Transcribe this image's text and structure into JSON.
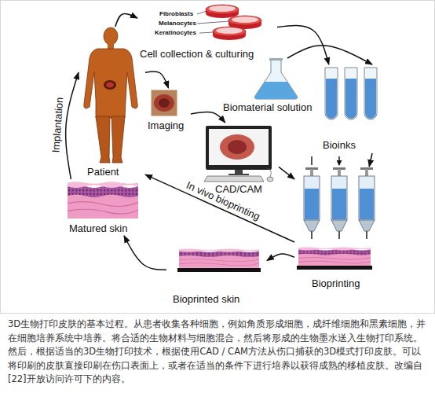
{
  "diagram": {
    "caption": "3D生物打印皮肤的基本过程。从患者收集各种细胞，例如角质形成细胞，成纤维细胞和黑素细胞，并在细胞培养系统中培养。将合适的生物材料与细胞混合，然后将形成的生物墨水送入生物打印系统。然后，根据适当的3D生物打印技术，根据使用CAD / CAM方法从伤口捕获的3D模式打印皮肤。可以将印刷的皮肤直接印刷在伤口表面上，或者在适当的条件下进行培养以获得成熟的移植皮肤。改编自[22]开放访问许可下的内容。",
    "nodes": [
      {
        "text": [
          "Fibroblasts",
          "Melanocytes",
          "Keratinocytes",
          "Cell collection & culturing"
        ]
      },
      {
        "text": [
          "Patient"
        ]
      },
      {
        "text": [
          "Imaging"
        ]
      },
      {
        "text": [
          "Biomaterial solution"
        ]
      },
      {
        "text": [
          "Bioinks"
        ]
      },
      {
        "text": [
          "CAD/CAM"
        ]
      },
      {
        "text": [
          "Matured skin"
        ]
      },
      {
        "text": [
          "Bioprinting"
        ]
      },
      {
        "text": [
          "Bioprinted skin"
        ]
      }
    ],
    "edges": [
      {
        "from": 1,
        "to": 0,
        "arrow": "to"
      },
      {
        "from": 0,
        "to": 4,
        "arrow": "to"
      },
      {
        "from": 3,
        "to": 4,
        "arrow": "to"
      },
      {
        "from": 1,
        "to": 2,
        "arrow": "to"
      },
      {
        "from": 2,
        "to": 5,
        "arrow": "to"
      },
      {
        "from": 5,
        "to": 7,
        "arrow": "to"
      },
      {
        "from": 4,
        "to": 7,
        "arrow": "to"
      },
      {
        "from": 7,
        "to": 1,
        "label": "In vivo bioprinting",
        "arrow": "to"
      },
      {
        "from": 7,
        "to": 8,
        "arrow": "to"
      },
      {
        "from": 8,
        "to": 6,
        "arrow": "to"
      },
      {
        "from": 6,
        "to": 1,
        "label": "Implantation",
        "arrow": "to"
      }
    ]
  }
}
